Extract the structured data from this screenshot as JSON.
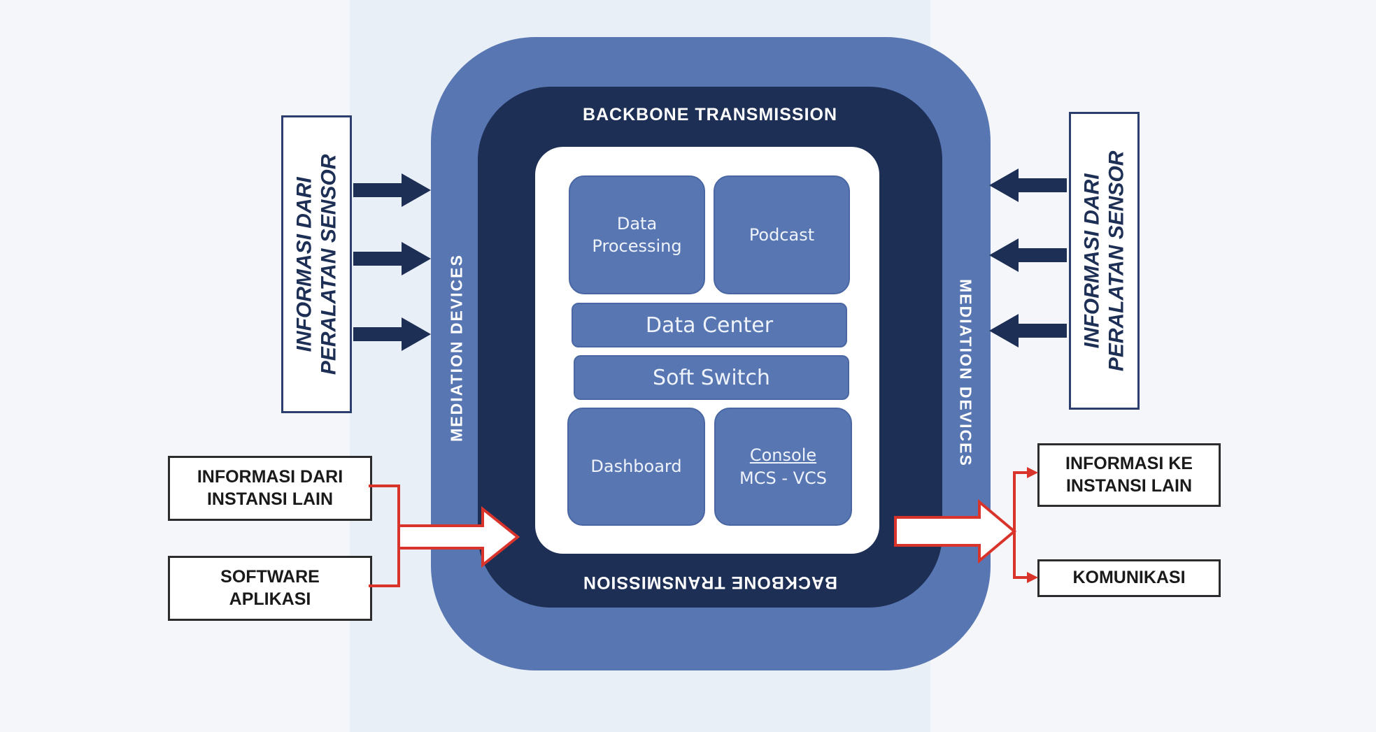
{
  "diagram": {
    "backbone_top": "BACKBONE  TRANSMISSION",
    "backbone_bottom": "BACKBONE  TRANSMISSION",
    "mediation_left": "MEDIATION  DEVICES",
    "mediation_right": "MEDIATION  DEVICES",
    "modules": {
      "data_processing_line1": "Data",
      "data_processing_line2": "Processing",
      "podcast": "Podcast",
      "data_center": "Data Center",
      "soft_switch": "Soft Switch",
      "dashboard": "Dashboard",
      "console": "Console",
      "console_sub": "MCS - VCS"
    },
    "sensor_left": {
      "line1": "INFORMASI DARI",
      "line2": "PERALATAN SENSOR"
    },
    "sensor_right": {
      "line1": "INFORMASI DARI",
      "line2": "PERALATAN SENSOR"
    },
    "inputs": [
      {
        "line1": "INFORMASI DARI",
        "line2": "INSTANSI LAIN"
      },
      {
        "line1": "SOFTWARE",
        "line2": "APLIKASI"
      }
    ],
    "outputs": [
      {
        "line1": "INFORMASI KE",
        "line2": "INSTANSI LAIN"
      },
      {
        "line1": "KOMUNIKASI",
        "line2": ""
      }
    ],
    "colors": {
      "outer_ring": "#5876b1",
      "backbone_ring": "#1e2f55",
      "module": "#5876b1",
      "sensor_arrow": "#1e2f55",
      "flow_arrow": "#d9342b"
    }
  }
}
